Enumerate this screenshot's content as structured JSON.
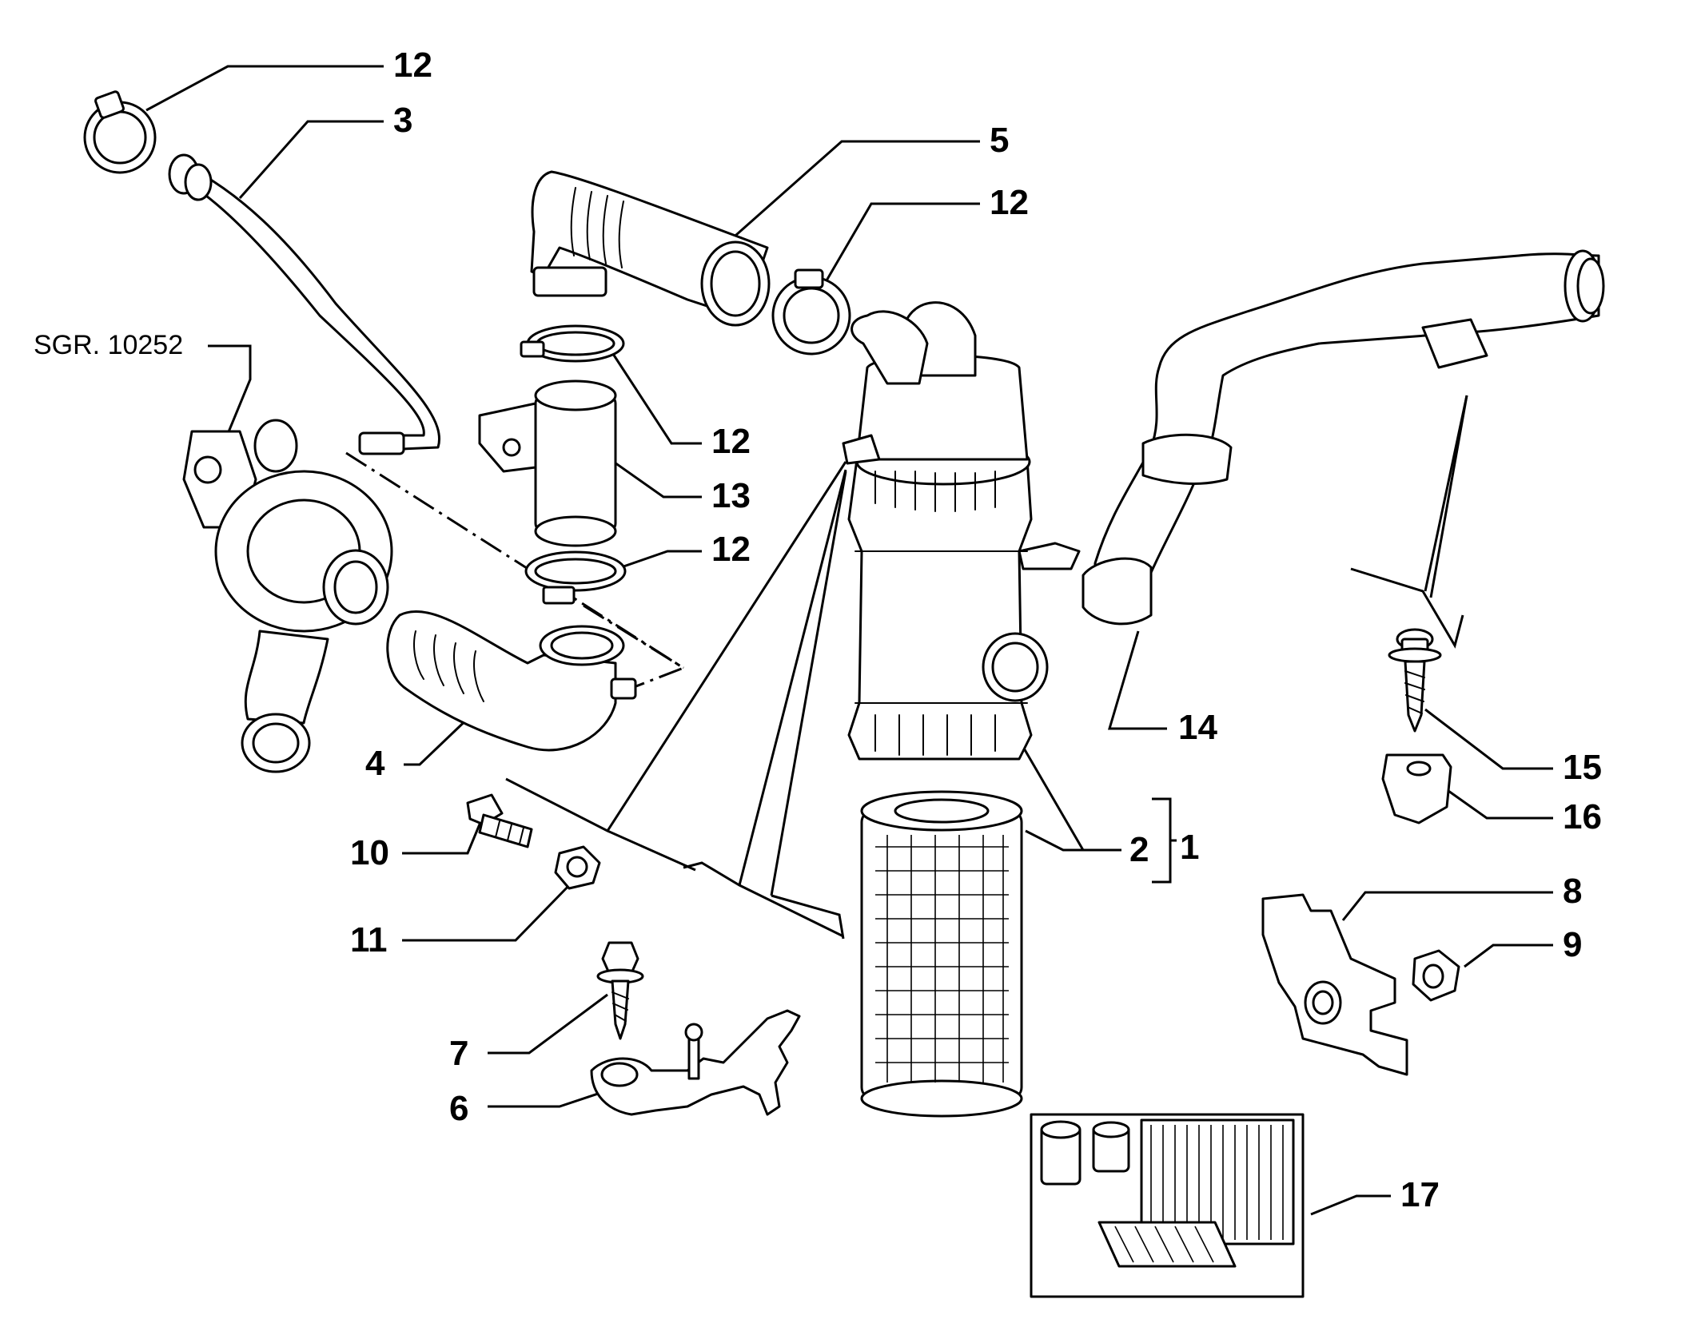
{
  "reference_label": "SGR. 10252",
  "callouts": {
    "c12a": "12",
    "c3": "3",
    "c5": "5",
    "c12b": "12",
    "c12c": "12",
    "c13": "13",
    "c12d": "12",
    "c4": "4",
    "c14": "14",
    "c15": "15",
    "c16": "16",
    "c2": "2",
    "c1": "1",
    "c10": "10",
    "c11": "11",
    "c8": "8",
    "c9": "9",
    "c7": "7",
    "c6": "6",
    "c17": "17"
  }
}
